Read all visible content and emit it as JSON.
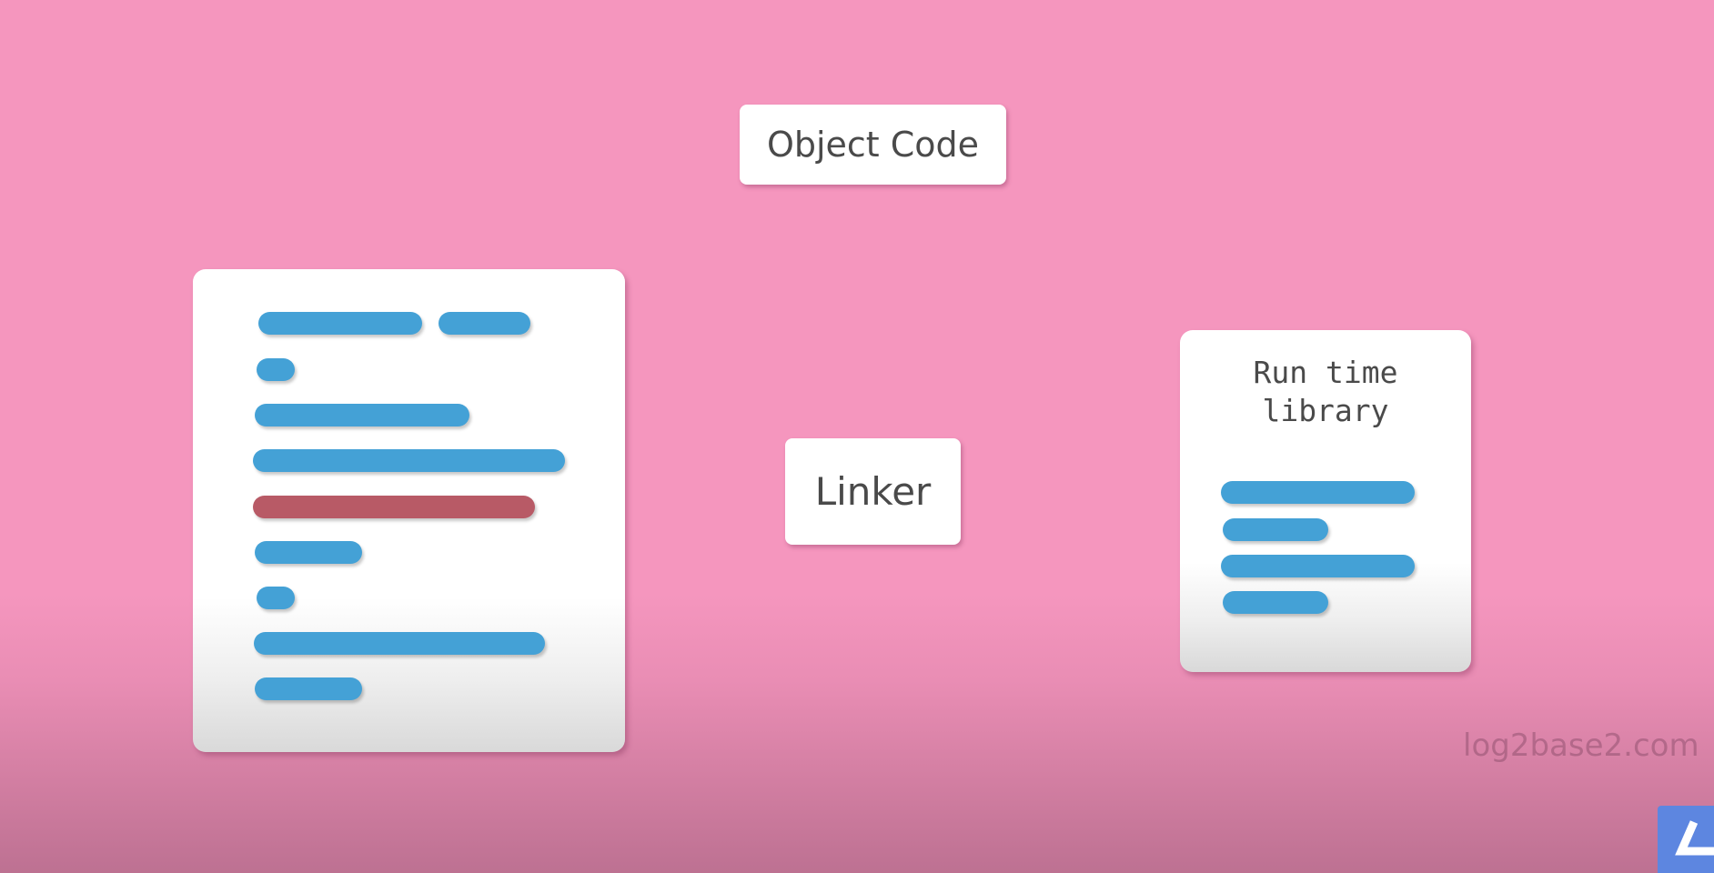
{
  "labels": {
    "object_code": "Object Code",
    "linker": "Linker",
    "runtime_library": "Run time\nlibrary"
  },
  "watermark": "log2base2.com",
  "colors": {
    "background": "#f596be",
    "code_line": "#44a1d6",
    "code_line_highlight": "#b85a66",
    "card": "#ffffff",
    "logo": "#5d86e0"
  },
  "icons": {
    "corner_logo": "log2base2-logo-icon"
  }
}
